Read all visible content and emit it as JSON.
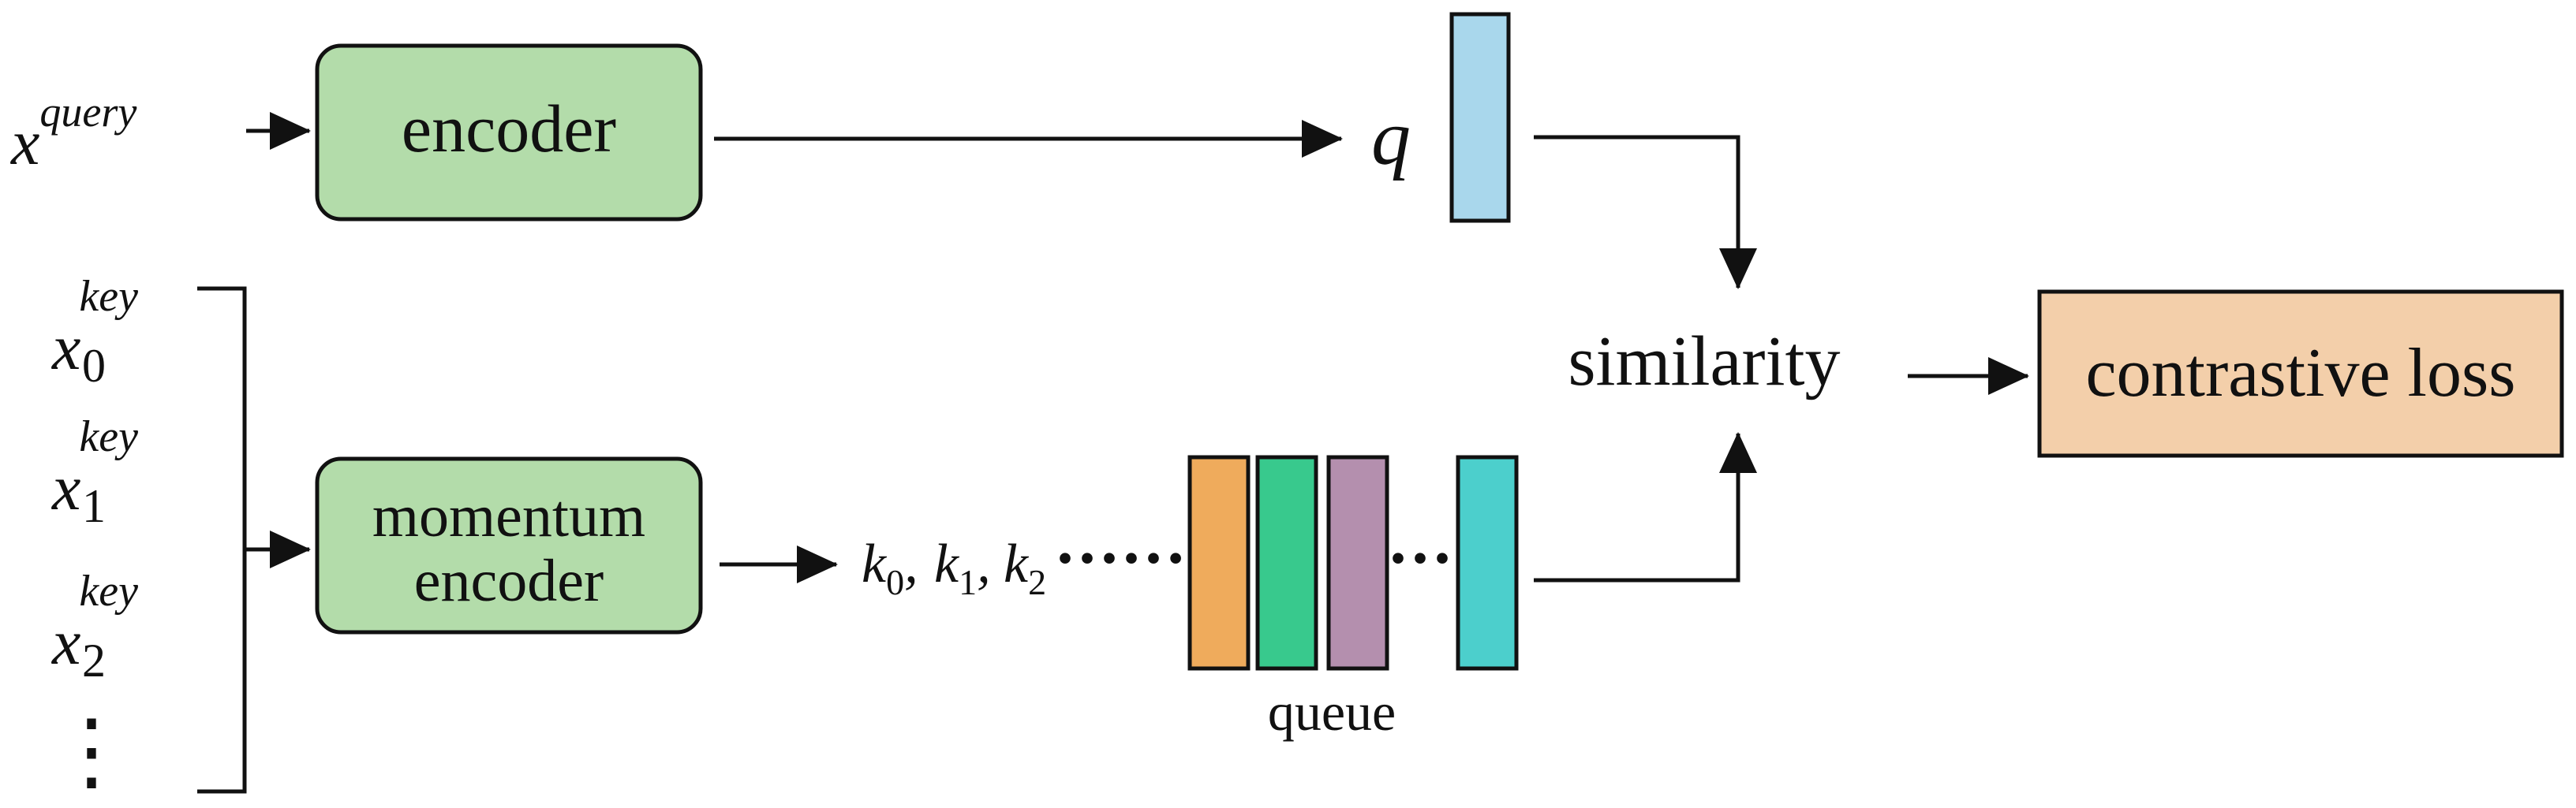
{
  "colors": {
    "encoder_fill": "#b3dcaa",
    "loss_fill": "#f3cfaa",
    "q_vector": "#a9d7ec",
    "queue": [
      "#efab5c",
      "#38c98d",
      "#b48fae",
      "#4ccfcc"
    ],
    "stroke": "#111111"
  },
  "inputs": {
    "query": {
      "base": "x",
      "sup": "query"
    },
    "keys": [
      {
        "base": "x",
        "sub": "0",
        "sup": "key"
      },
      {
        "base": "x",
        "sub": "1",
        "sup": "key"
      },
      {
        "base": "x",
        "sub": "2",
        "sup": "key"
      }
    ],
    "keys_more": "⋮"
  },
  "encoder": {
    "label": "encoder"
  },
  "momentum_encoder": {
    "line1": "momentum",
    "line2": "encoder"
  },
  "q_label": "q",
  "keys_seq": {
    "items": [
      {
        "base": "k",
        "sub": "0"
      },
      {
        "base": "k",
        "sub": "1"
      },
      {
        "base": "k",
        "sub": "2"
      }
    ],
    "comma": ",",
    "ellipsis": "······"
  },
  "queue": {
    "label": "queue",
    "gap_dots": "···"
  },
  "similarity": {
    "label": "similarity"
  },
  "loss": {
    "label": "contrastive loss"
  }
}
